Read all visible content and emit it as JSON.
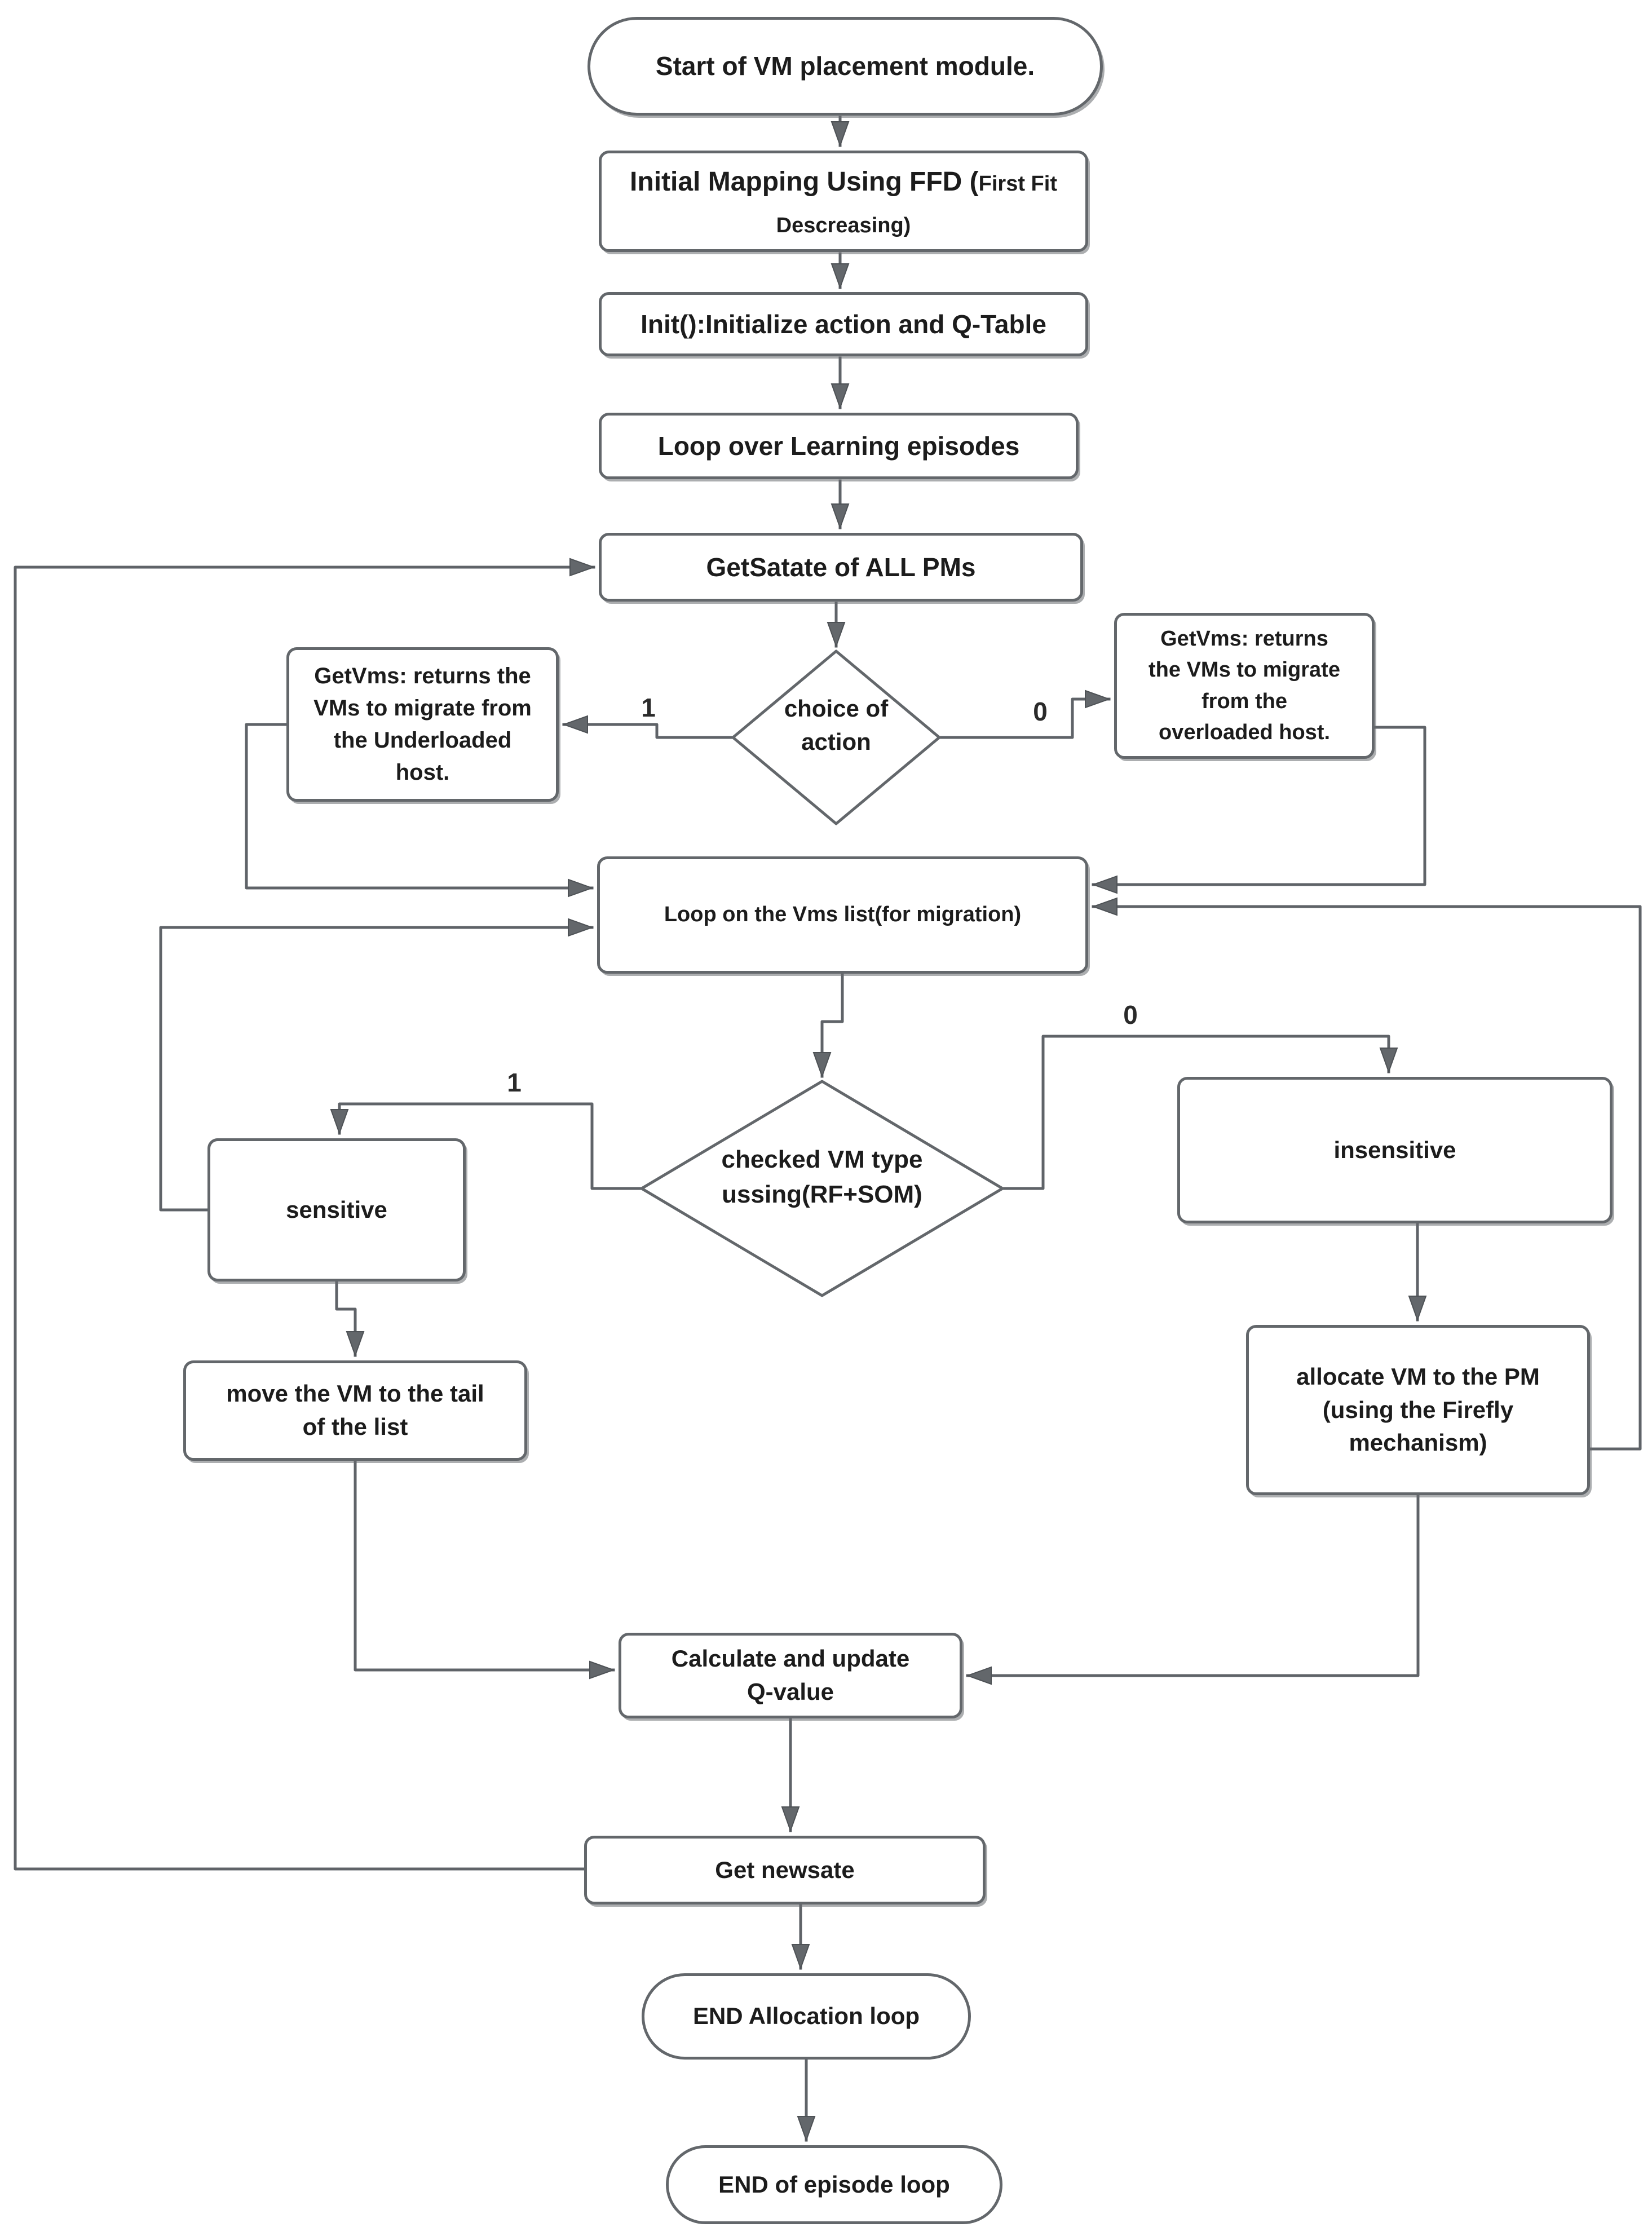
{
  "colors": {
    "stroke": "#5f6368",
    "node_border": "#63676b",
    "node_fill": "#ffffff",
    "text": "#1c1c1c",
    "background": "#ffffff"
  },
  "nodes": {
    "start": {
      "shape": "stadium",
      "label": "Start of VM placement module."
    },
    "initial_mapping": {
      "shape": "rect",
      "label_main": "Initial Mapping Using FFD (",
      "label_sub": "First Fit Descreasing)"
    },
    "init_qtable": {
      "shape": "rect",
      "label": "Init():Initialize action and Q-Table"
    },
    "loop_episodes": {
      "shape": "rect",
      "label": "Loop over Learning episodes"
    },
    "get_state": {
      "shape": "rect",
      "label": "GetSatate of ALL PMs"
    },
    "choice_of_action": {
      "shape": "diamond",
      "lines": [
        "choice of",
        "action"
      ]
    },
    "getvms_underloaded": {
      "shape": "rect",
      "lines": [
        "GetVms: returns the",
        "VMs to migrate from",
        "the Underloaded",
        "host."
      ]
    },
    "getvms_overloaded": {
      "shape": "rect",
      "lines": [
        "GetVms: returns",
        "the VMs to migrate",
        "from the",
        "overloaded host."
      ]
    },
    "loop_vms": {
      "shape": "rect",
      "label": "Loop on the Vms list(for migration)"
    },
    "vm_type_check": {
      "shape": "diamond",
      "lines": [
        "checked VM type",
        "ussing(RF+SOM)"
      ]
    },
    "sensitive": {
      "shape": "rect",
      "label": "sensitive"
    },
    "insensitive": {
      "shape": "rect",
      "label": "insensitive"
    },
    "allocate_vm": {
      "shape": "rect",
      "lines": [
        "allocate VM to the  PM",
        "(using the Firefly",
        "mechanism)"
      ]
    },
    "move_tail": {
      "shape": "rect",
      "lines": [
        "move the VM to the tail",
        "of the list"
      ]
    },
    "calc_qvalue": {
      "shape": "rect",
      "lines": [
        "Calculate and update",
        "Q-value"
      ]
    },
    "get_newstate": {
      "shape": "rect",
      "label": "Get newsate"
    },
    "end_allocation": {
      "shape": "stadium",
      "label": "END Allocation loop"
    },
    "end_episode": {
      "shape": "stadium",
      "label": "END of episode loop"
    }
  },
  "edge_labels": {
    "choice_underloaded": "1",
    "choice_overloaded": "0",
    "vmtype_sensitive": "1",
    "vmtype_insensitive": "0"
  }
}
